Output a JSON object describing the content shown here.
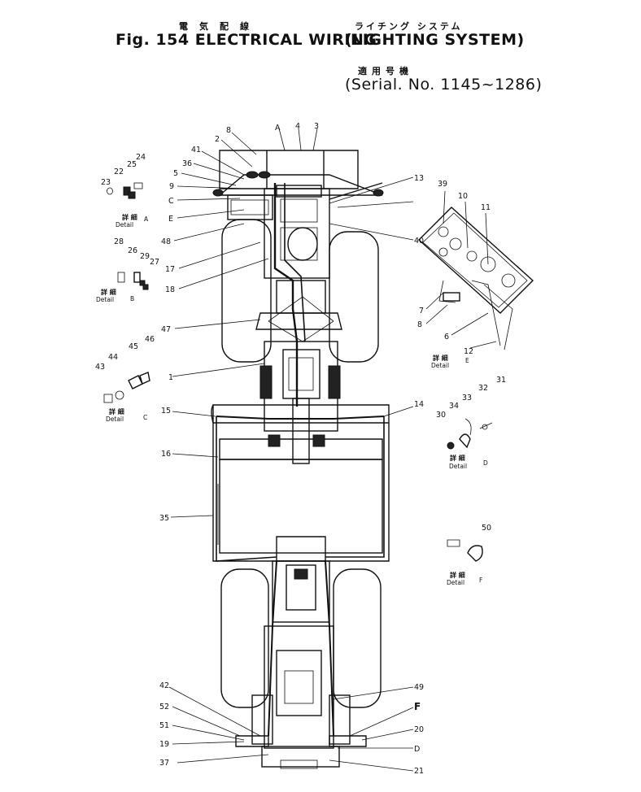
{
  "title": {
    "jp_main": "電気配線",
    "main": "Fig. 154 ELECTRICAL WIRING",
    "jp_sub": "ライチング システム",
    "sub": "(LIGHTING SYSTEM)",
    "jp_serial": "適用号機",
    "serial": "(Serial. No. 1145~1286)"
  },
  "details": [
    {
      "jp": "詳 細",
      "en": "Detail",
      "letter": "A"
    },
    {
      "jp": "詳 細",
      "en": "Detail",
      "letter": "B"
    },
    {
      "jp": "詳 細",
      "en": "Detail",
      "letter": "C"
    },
    {
      "jp": "詳 細",
      "en": "Detail",
      "letter": "D"
    },
    {
      "jp": "詳 細",
      "en": "Detail",
      "letter": "E"
    },
    {
      "jp": "詳 細",
      "en": "Detail",
      "letter": "F"
    }
  ],
  "callouts": [
    "8",
    "A",
    "4",
    "3",
    "2",
    "41",
    "36",
    "5",
    "9",
    "C",
    "E",
    "48",
    "17",
    "18",
    "47",
    "1",
    "15",
    "16",
    "35",
    "42",
    "52",
    "51",
    "19",
    "37",
    "13",
    "39",
    "40",
    "14",
    "49",
    "F",
    "20",
    "D",
    "21",
    "24",
    "25",
    "22",
    "23",
    "28",
    "26",
    "29",
    "27",
    "46",
    "45",
    "44",
    "43",
    "10",
    "11",
    "7",
    "8",
    "6",
    "12",
    "31",
    "32",
    "33",
    "34",
    "30",
    "50"
  ]
}
